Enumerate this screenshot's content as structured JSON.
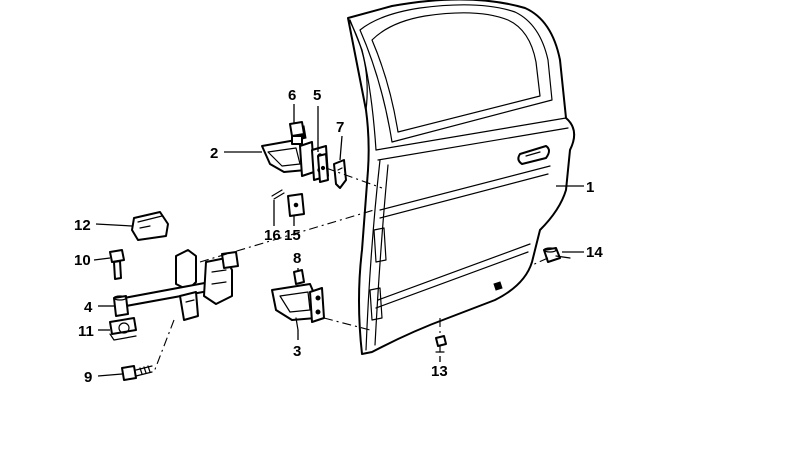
{
  "callouts": {
    "p1": "1",
    "p2": "2",
    "p3": "3",
    "p4": "4",
    "p5": "5",
    "p6": "6",
    "p7": "7",
    "p8": "8",
    "p9": "9",
    "p10": "10",
    "p11": "11",
    "p12": "12",
    "p13": "13",
    "p14": "14",
    "p15": "15",
    "p16": "16"
  },
  "colors": {
    "ink": "#000000",
    "paper": "#ffffff"
  }
}
